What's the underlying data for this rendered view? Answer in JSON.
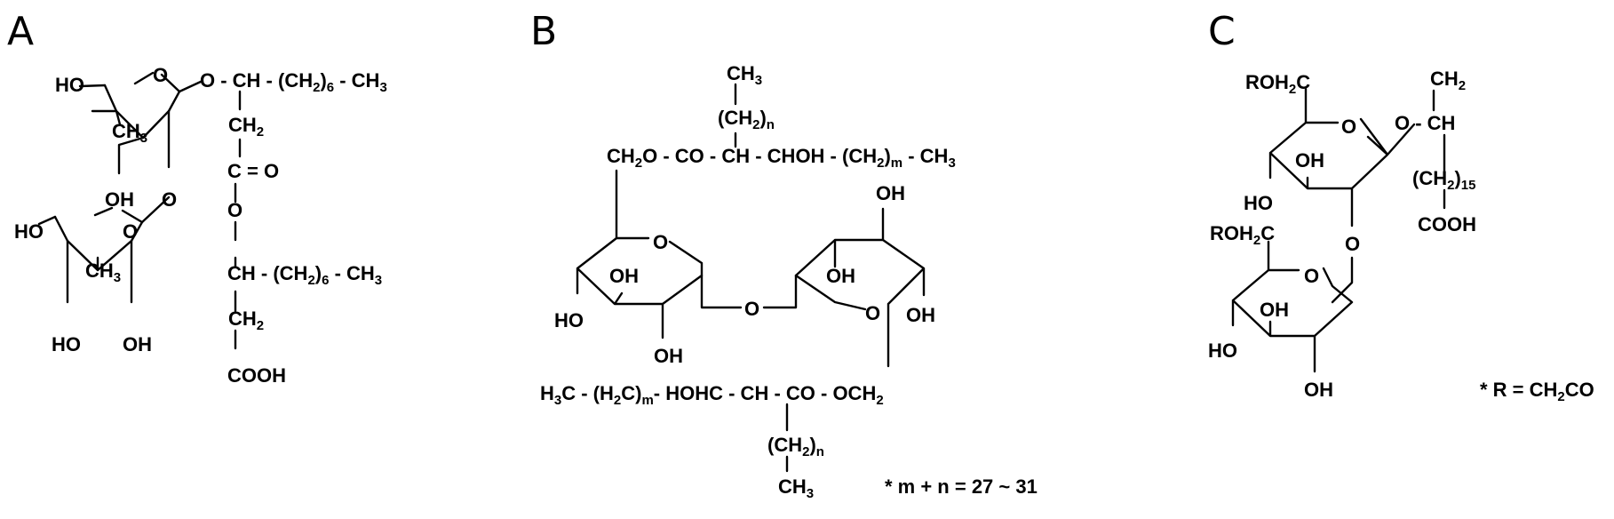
{
  "panels": [
    {
      "id": "A",
      "letter": "A",
      "labels": {
        "sugar1": {
          "ho_top": "HO",
          "ring_o": "O",
          "ch3": "CH3",
          "oh": "OH",
          "o_link": "O"
        },
        "sugar2": {
          "ho_left": "HO",
          "ring_o": "O",
          "ch3": "CH3",
          "ho_bottom": "HO",
          "oh": "OH"
        },
        "chain": [
          "O - CH - (CH2)6 - CH3",
          "CH2",
          "C = O",
          "O",
          "CH - (CH2)6 - CH3",
          "CH2",
          "COOH"
        ]
      }
    },
    {
      "id": "B",
      "letter": "B",
      "labels": {
        "top_ch3": "CH3",
        "top_ch2n": "(CH2)n",
        "top_ester": "CH2O - CO - CH - CHOH - (CH2)m - CH3",
        "left_ring_o": "O",
        "left_oh1": "OH",
        "left_ho": "HO",
        "left_oh2": "OH",
        "bridge_o": "O",
        "right_oh_top": "OH",
        "right_oh1": "OH",
        "right_ring_o": "O",
        "right_oh2": "OH",
        "bottom_ester": "H3C - (H2C)m - HOHC - CH - CO - OCH2",
        "bottom_ch2n": "(CH2)n",
        "bottom_ch3": "CH3",
        "note": "* m + n = 27 ~ 31"
      }
    },
    {
      "id": "C",
      "letter": "C",
      "labels": {
        "roh2c_top": "ROH2C",
        "ring1_o": "O",
        "ring1_oh": "OH",
        "ring1_ho": "HO",
        "o_link_top": "O - CH",
        "ch2_top": "CH2",
        "ch2_15": "(CH2)15",
        "cooh": "COOH",
        "o_link": "O",
        "roh2c_bottom": "ROH2C",
        "ring2_o": "O",
        "ring2_oh": "OH",
        "ring2_ho": "HO",
        "ring2_oh_bottom": "OH",
        "note": "* R = CH2CO"
      }
    }
  ]
}
